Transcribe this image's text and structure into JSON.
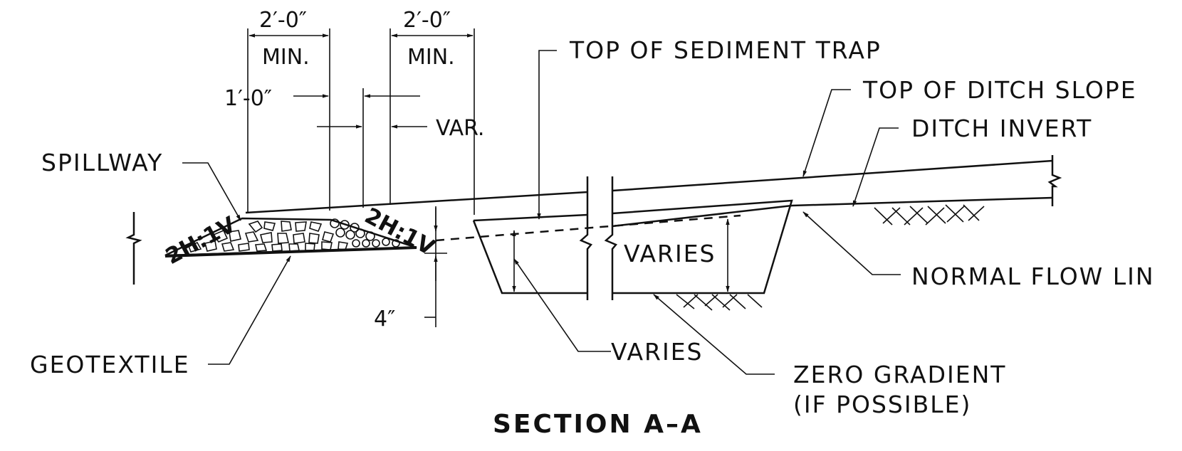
{
  "title": "SECTION  A–A",
  "labels": {
    "spillway": "SPILLWAY",
    "geotextile": "GEOTEXTILE",
    "top_of_sediment_trap": "TOP  OF  SEDIMENT  TRAP",
    "top_of_ditch_slope": "TOP  OF  DITCH  SLOPE",
    "ditch_invert": "DITCH  INVERT",
    "normal_flow_line": "NORMAL  FLOW   LIN",
    "varies_inside": "VARIES",
    "varies_bottom": "VARIES",
    "zero_gradient_1": "ZERO  GRADIENT",
    "zero_gradient_2": "(IF  POSSIBLE)"
  },
  "dimensions": {
    "left_top_width": "2′-0″",
    "left_top_min": "MIN.",
    "right_top_width": "2′-0″",
    "right_top_min": "MIN.",
    "crest_offset": "1′-0″",
    "var": "VAR.",
    "depth": "4″"
  },
  "slopes": {
    "left": "2H:1V",
    "right": "2H:1V"
  }
}
